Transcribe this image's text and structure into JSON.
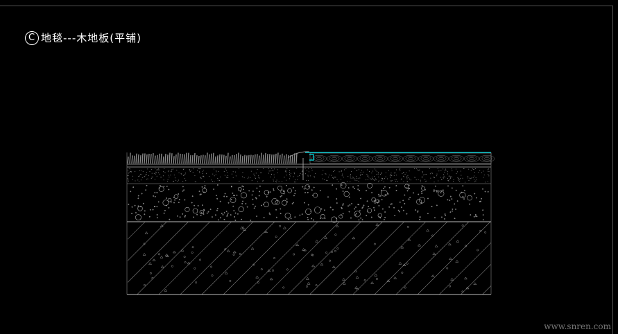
{
  "drawing": {
    "title_marker": "C",
    "title": "地毯---木地板(平铺)",
    "watermark": "www.snren.com",
    "colors": {
      "background": "#000000",
      "lines": "#cfcfcf",
      "accent": "#00e5ee",
      "carpet": "#8a8a8a"
    }
  }
}
